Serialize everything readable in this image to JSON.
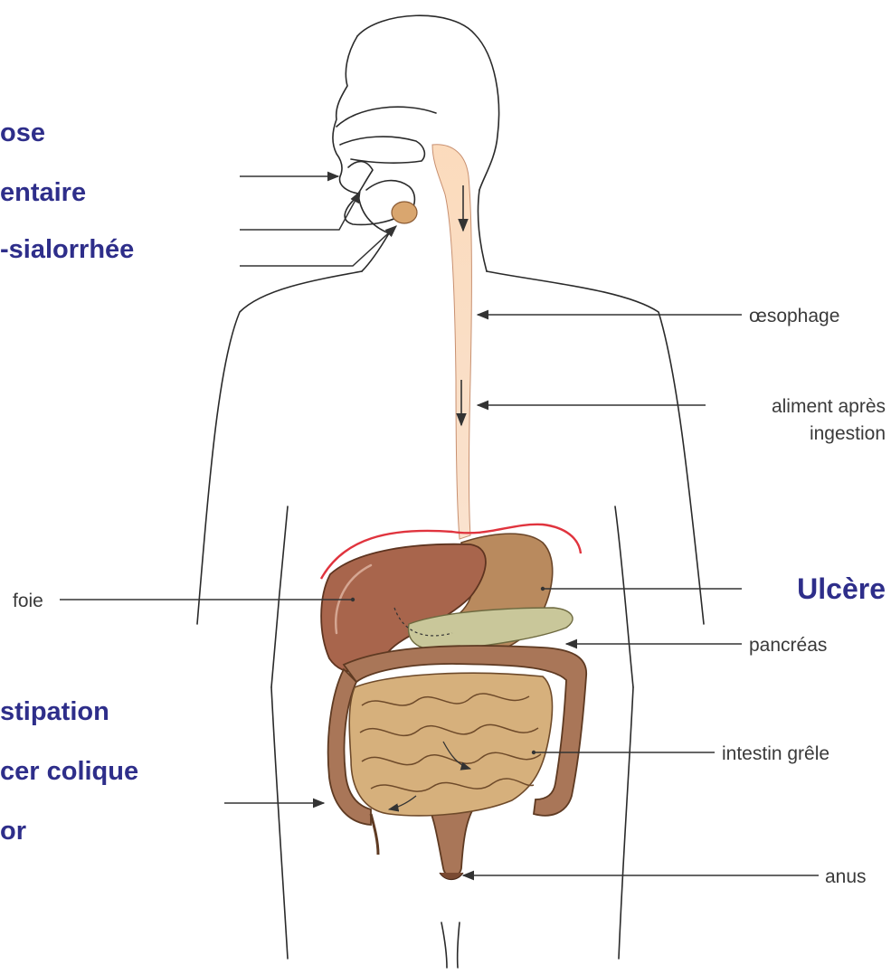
{
  "colors": {
    "problem_labels": "#2e2e8a",
    "organ_labels": "#3a3a3a",
    "liver": "#a8654c",
    "stomach": "#b98a5e",
    "colon": "#a97658",
    "small_intestine": "#d6b07c",
    "pancreas": "#c9c79a",
    "oesophagus": "#f6cfae",
    "highlight_arc": "#e0343e"
  },
  "labels_left": {
    "mouth_1": "ose",
    "mouth_2": "entaire",
    "mouth_3": "-sialorrhée",
    "colon_1": "stipation",
    "colon_2": "cer colique",
    "colon_3": "or"
  },
  "labels_right": {
    "oesophagus": "œsophage",
    "food_1": "aliment après",
    "food_2": "ingestion",
    "ulcer": "Ulcère",
    "pancreas": "pancréas",
    "small_intestine": "intestin grêle",
    "anus": "anus"
  },
  "label_liver": "foie"
}
